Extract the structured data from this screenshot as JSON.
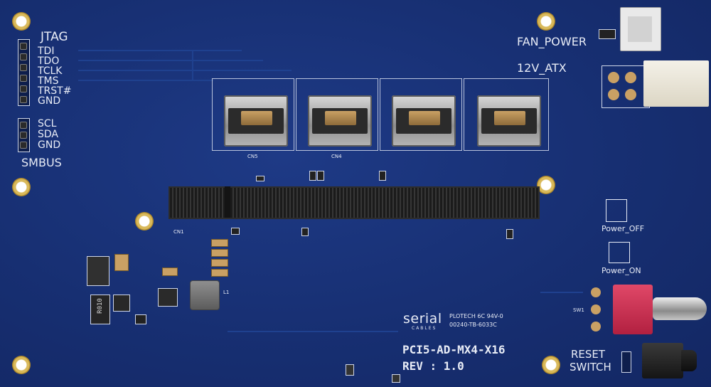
{
  "board": {
    "jtag_title": "JTAG",
    "jtag_pins": [
      "TDI",
      "TDO",
      "TCLK",
      "TMS",
      "TRST#",
      "GND"
    ],
    "smbus_pins": [
      "SCL",
      "SDA",
      "GND"
    ],
    "smbus_title": "SMBUS",
    "fan_power": "FAN_POWER",
    "atx_12v": "12V_ATX",
    "power_off": "Power_OFF",
    "power_on": "Power_ON",
    "reset_switch_line1": "RESET",
    "reset_switch_line2": "SWITCH",
    "connector_labels": [
      "CN5",
      "CN4"
    ],
    "slot_label": "CN1",
    "brand_top": "serial",
    "brand_bottom": "CABLES",
    "fab_line1": "PLOTECH 6C 94V-0",
    "fab_line2": "00240-TB-6033C",
    "model": "PCI5-AD-MX4-X16",
    "revision": "REV : 1.0",
    "inductor_label": "L1",
    "switch_label": "SW1",
    "resistor_label": "R010"
  }
}
